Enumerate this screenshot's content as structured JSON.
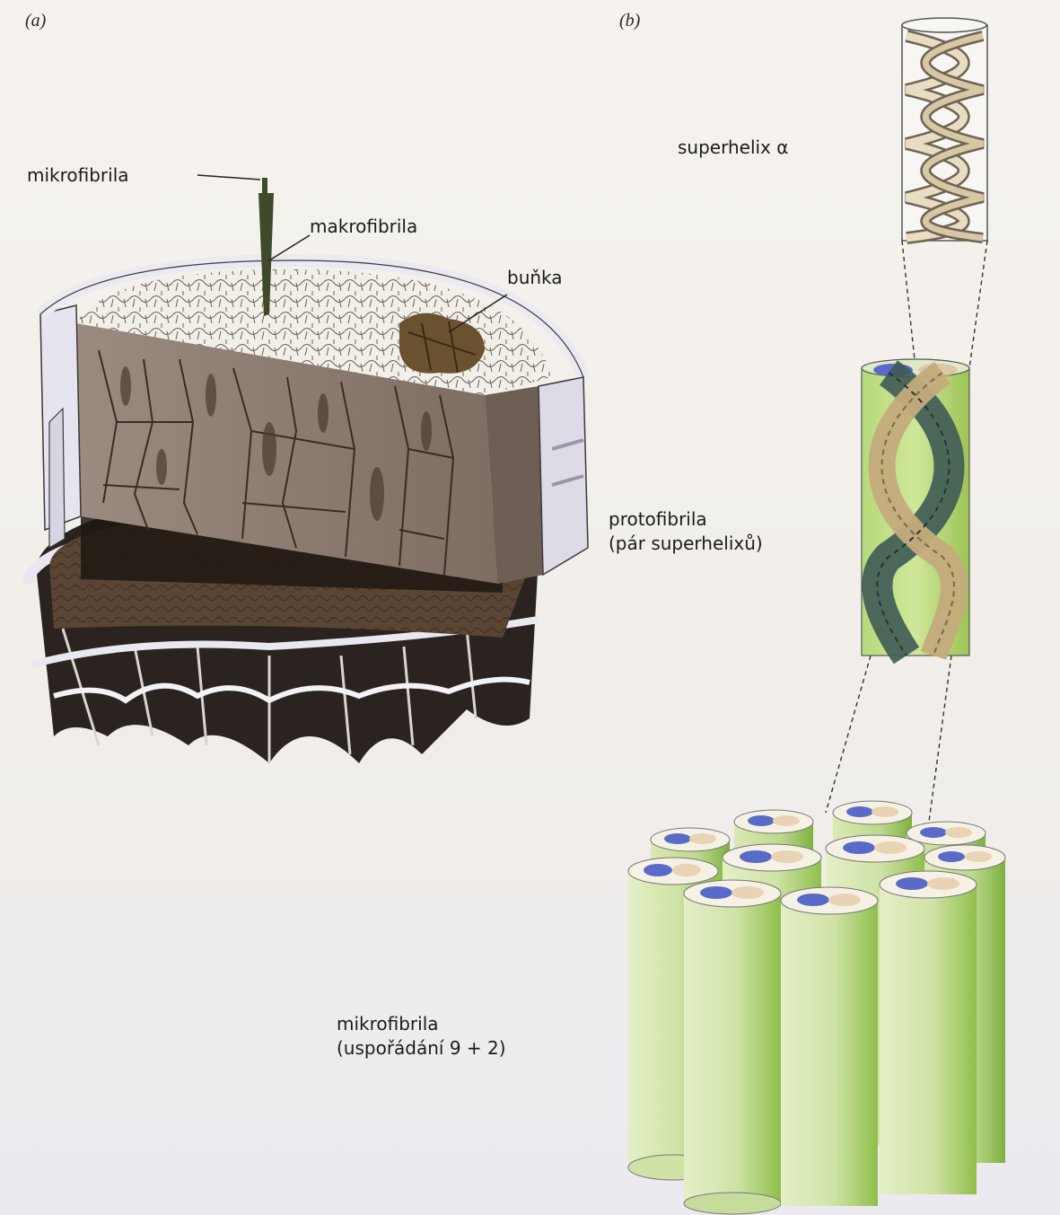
{
  "panels": {
    "a": {
      "letter": "(a)"
    },
    "b": {
      "letter": "(b)"
    }
  },
  "labels": {
    "mikrofibrila_a": "mikrofibrila",
    "makrofibrila": "makrofibrila",
    "bunka": "buňka",
    "superhelix": "superhelix α",
    "protofibrila_line1": "protofibrila",
    "protofibrila_line2": "(pár superhelixů)",
    "mikrofibrila_b_line1": "mikrofibrila",
    "mikrofibrila_b_line2": "(uspořádání 9 + 2)"
  },
  "colors": {
    "cortex": "#8a7a70",
    "cortex_dark": "#4a3a30",
    "cuticle": "#e6e4ee",
    "fibril_green": "#cfe3a6",
    "fibril_green_dark": "#8fbf4a",
    "strand_tan": "#c9b38a",
    "strand_teal": "#4a6a6a",
    "blue_cap": "#5a6ac8"
  }
}
